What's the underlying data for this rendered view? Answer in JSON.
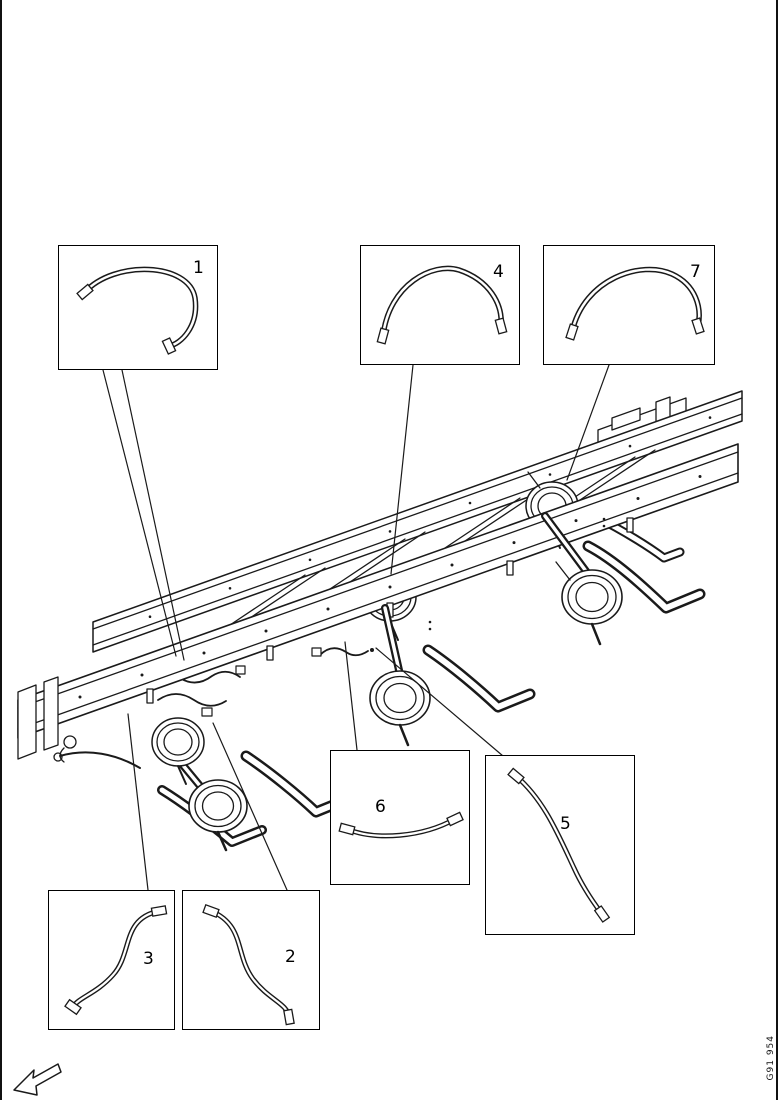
{
  "figure_code": "G91 954",
  "callouts": [
    {
      "number": "1"
    },
    {
      "number": "2"
    },
    {
      "number": "3"
    },
    {
      "number": "4"
    },
    {
      "number": "5"
    },
    {
      "number": "6"
    },
    {
      "number": "7"
    }
  ],
  "icons": {
    "direction_arrow": "outline-arrow-lower-left",
    "hose": "flexible-brake-hose"
  }
}
